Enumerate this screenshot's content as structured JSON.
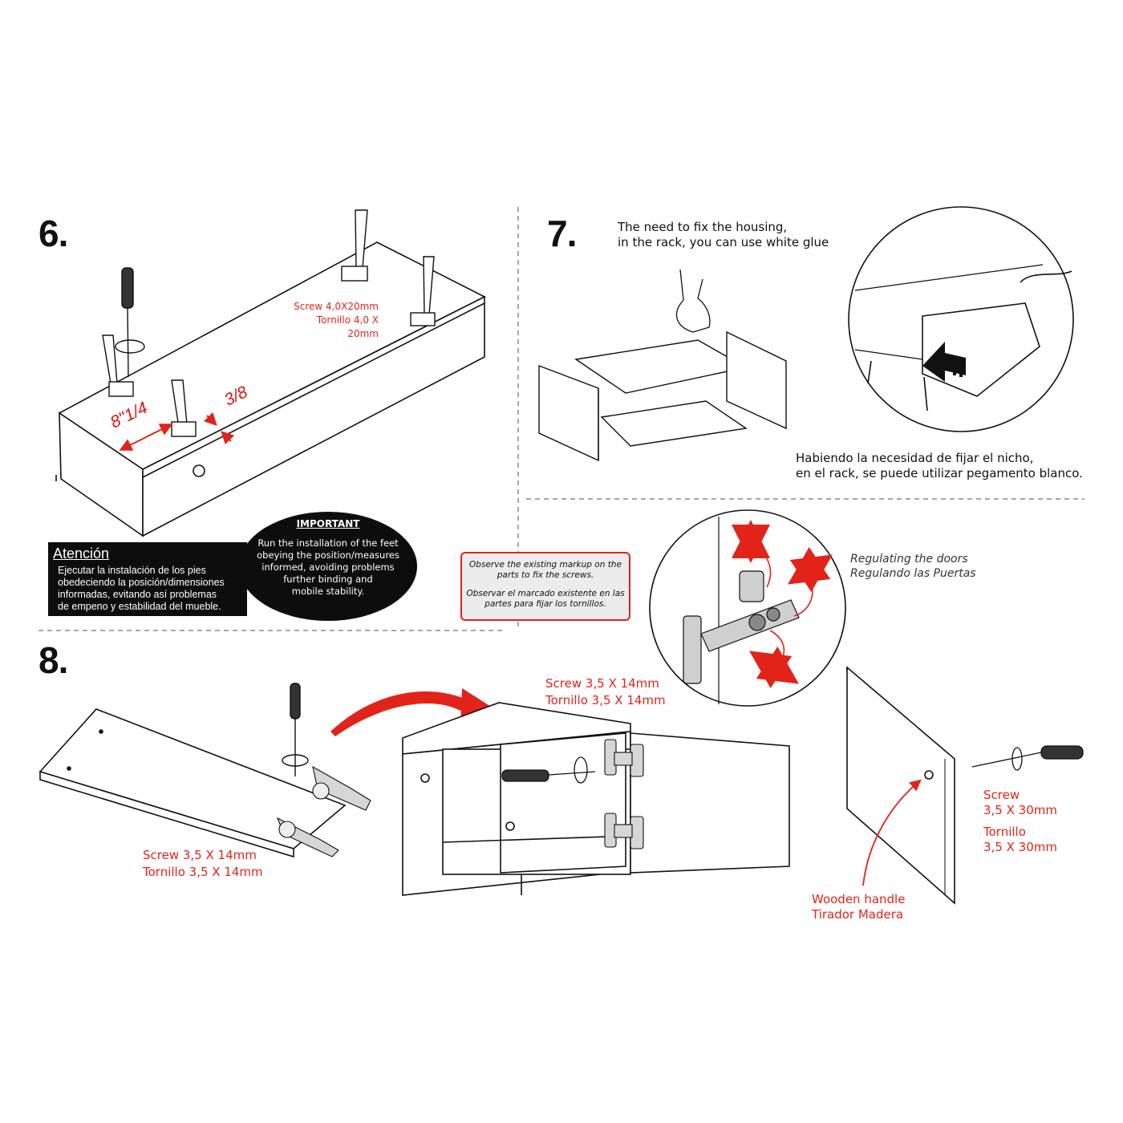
{
  "step6": {
    "number": "6.",
    "screw_label_en": "Screw 4,0X20mm",
    "screw_label_es": "Tornillo 4,0 X 20mm",
    "dim_spacing": "8\"1/4",
    "dim_offset": "3/8",
    "atencion": {
      "title": "Atención",
      "lines": [
        "Ejecutar la instalación de los pies",
        "obedeciendo la posición/dimensiones",
        "informadas, evitando así problemas",
        "de empeno y estabilidad del mueble."
      ]
    },
    "important": {
      "title": "IMPORTANT",
      "lines": [
        "Run the installation of the feet",
        "obeying the position/measures",
        "informed, avoiding problems",
        "further binding and",
        "mobile stability."
      ]
    }
  },
  "step7": {
    "number": "7.",
    "note_en": [
      "The need to fix the housing,",
      "in the rack, you can use white glue"
    ],
    "note_es": [
      "Habiendo la necesidad de fijar el nicho,",
      "en el rack, se puede utilizar pegamento blanco."
    ]
  },
  "observe": {
    "en": [
      "Observe the existing markup on the",
      "parts to fix the screws."
    ],
    "es": [
      "Observar el marcado existente en las",
      "partes para fijar los tornillos."
    ]
  },
  "hinge": {
    "label_en": "Regulating the doors",
    "label_es": "Regulando las Puertas"
  },
  "step8": {
    "number": "8.",
    "screw_left_en": "Screw 3,5 X 14mm",
    "screw_left_es": "Tornillo 3,5 X 14mm",
    "screw_mid_en": "Screw 3,5 X 14mm",
    "screw_mid_es": "Tornillo 3,5 X 14mm",
    "screw_right_en": "Screw",
    "screw_right_en_size": "3,5 X 30mm",
    "screw_right_es": "Tornillo",
    "screw_right_es_size": "3,5 X 30mm",
    "handle_en": "Wooden handle",
    "handle_es": "Tirador Madera"
  },
  "colors": {
    "accent_red": "#e2231a",
    "ink": "#111111",
    "box_black": "#0d0d0d"
  },
  "icons": [
    "screwdriver-icon",
    "rotation-arrow-icon",
    "leg-icon",
    "hand-icon",
    "push-arrow-icon",
    "hinge-icon",
    "curved-arrow-icon"
  ]
}
